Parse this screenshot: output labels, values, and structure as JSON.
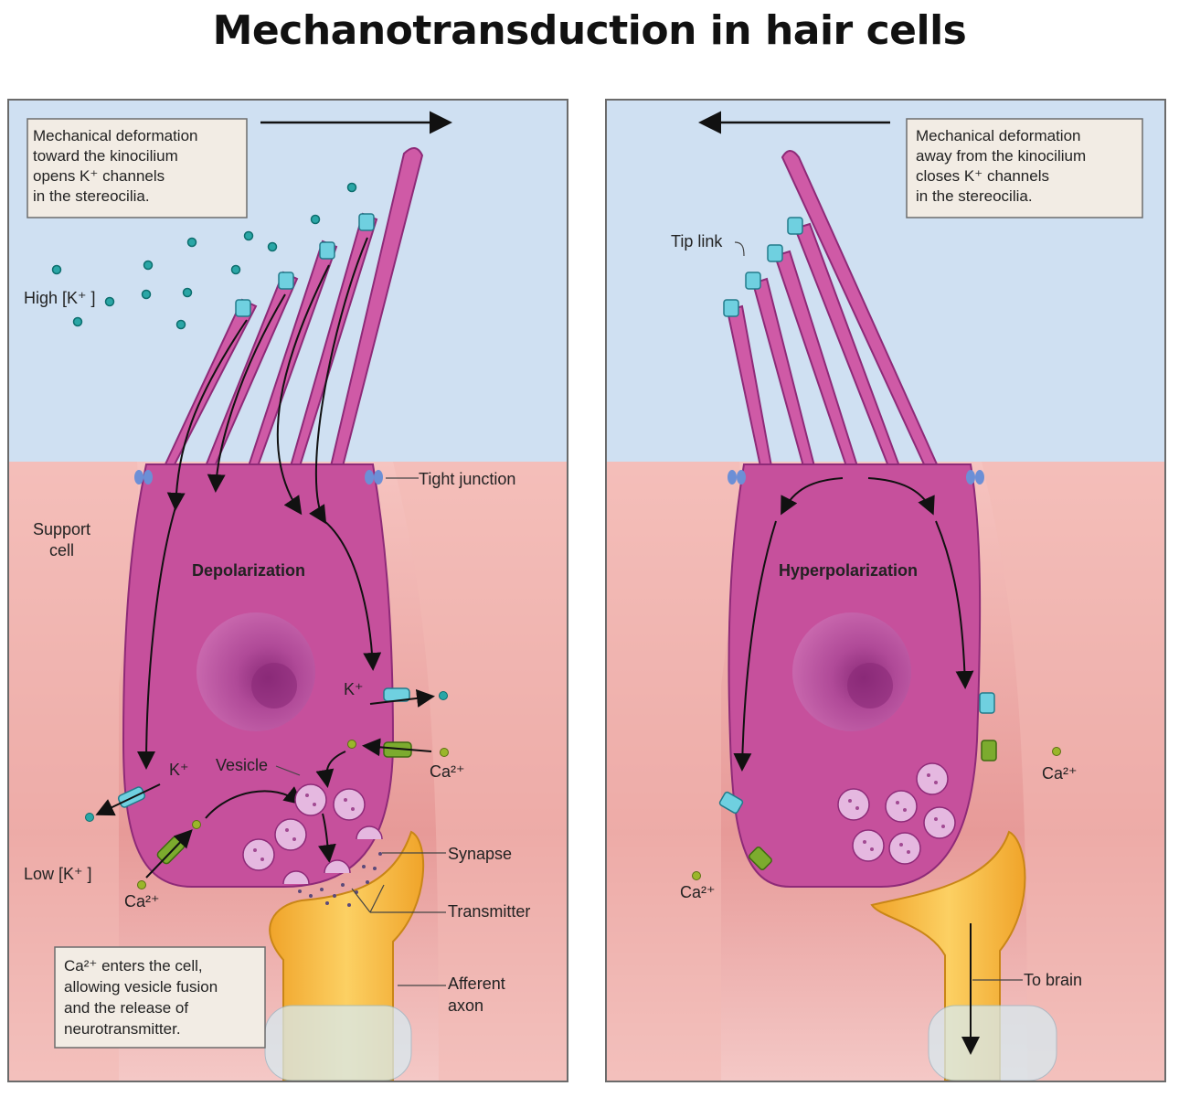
{
  "title": "Mechanotransduction in hair cells",
  "colors": {
    "fluid": "#cfe0f2",
    "support_cell": "#f2b6b2",
    "hair_cell": "#c6509c",
    "nucleus": "#a63a8a",
    "afferent": "#f5b83a",
    "k_ion": "#2aa6a6",
    "k_channel": "#6fd0e0",
    "ca_channel": "#7cab2e",
    "ca_ion": "#9ab62a"
  },
  "left": {
    "box_top": [
      "Mechanical deformation",
      "toward the kinocilium",
      "opens K⁺ channels",
      "in the stereocilia."
    ],
    "high_k": "High [K⁺ ]",
    "support_cell": [
      "Support",
      "cell"
    ],
    "depolarization": "Depolarization",
    "tight_junction": "Tight junction",
    "k_plus": "K⁺",
    "vesicle": "Vesicle",
    "ca": "Ca²⁺",
    "low_k": "Low [K⁺ ]",
    "synapse": "Synapse",
    "transmitter": "Transmitter",
    "afferent_axon": [
      "Afferent",
      "axon"
    ],
    "box_bottom": [
      "Ca²⁺   enters the cell,",
      "allowing vesicle fusion",
      "and the release of",
      "neurotransmitter."
    ]
  },
  "right": {
    "box_top": [
      "Mechanical deformation",
      "away from the kinocilium",
      "closes K⁺ channels",
      "in the stereocilia."
    ],
    "tip_link": "Tip link",
    "hyperpolarization": "Hyperpolarization",
    "ca": "Ca²⁺",
    "to_brain": "To brain"
  }
}
